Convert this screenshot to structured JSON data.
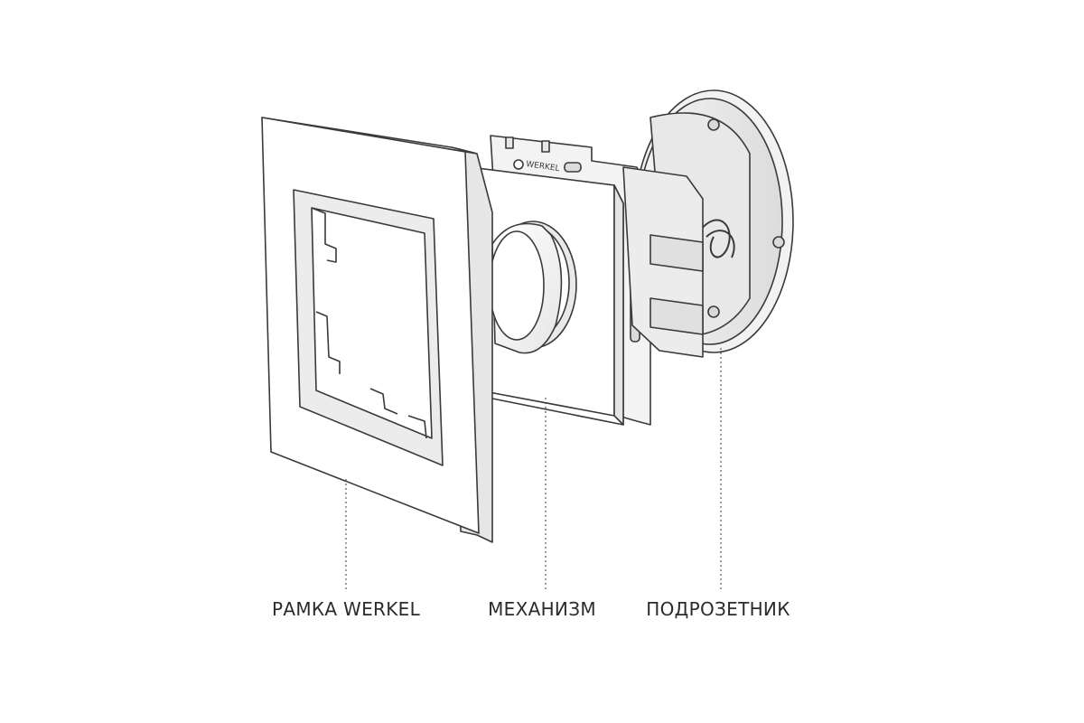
{
  "labels": {
    "frame": "РАМКА WERKEL",
    "mechanism": "МЕХАНИЗМ",
    "box": "ПОДРОЗЕТНИК"
  },
  "brand_mark": "WERKEL",
  "colors": {
    "line": "#3a3a3a",
    "fill": "#ffffff",
    "shade": "#eeeeee",
    "dark": "#bfbfbf",
    "text": "#2b2b2b"
  }
}
